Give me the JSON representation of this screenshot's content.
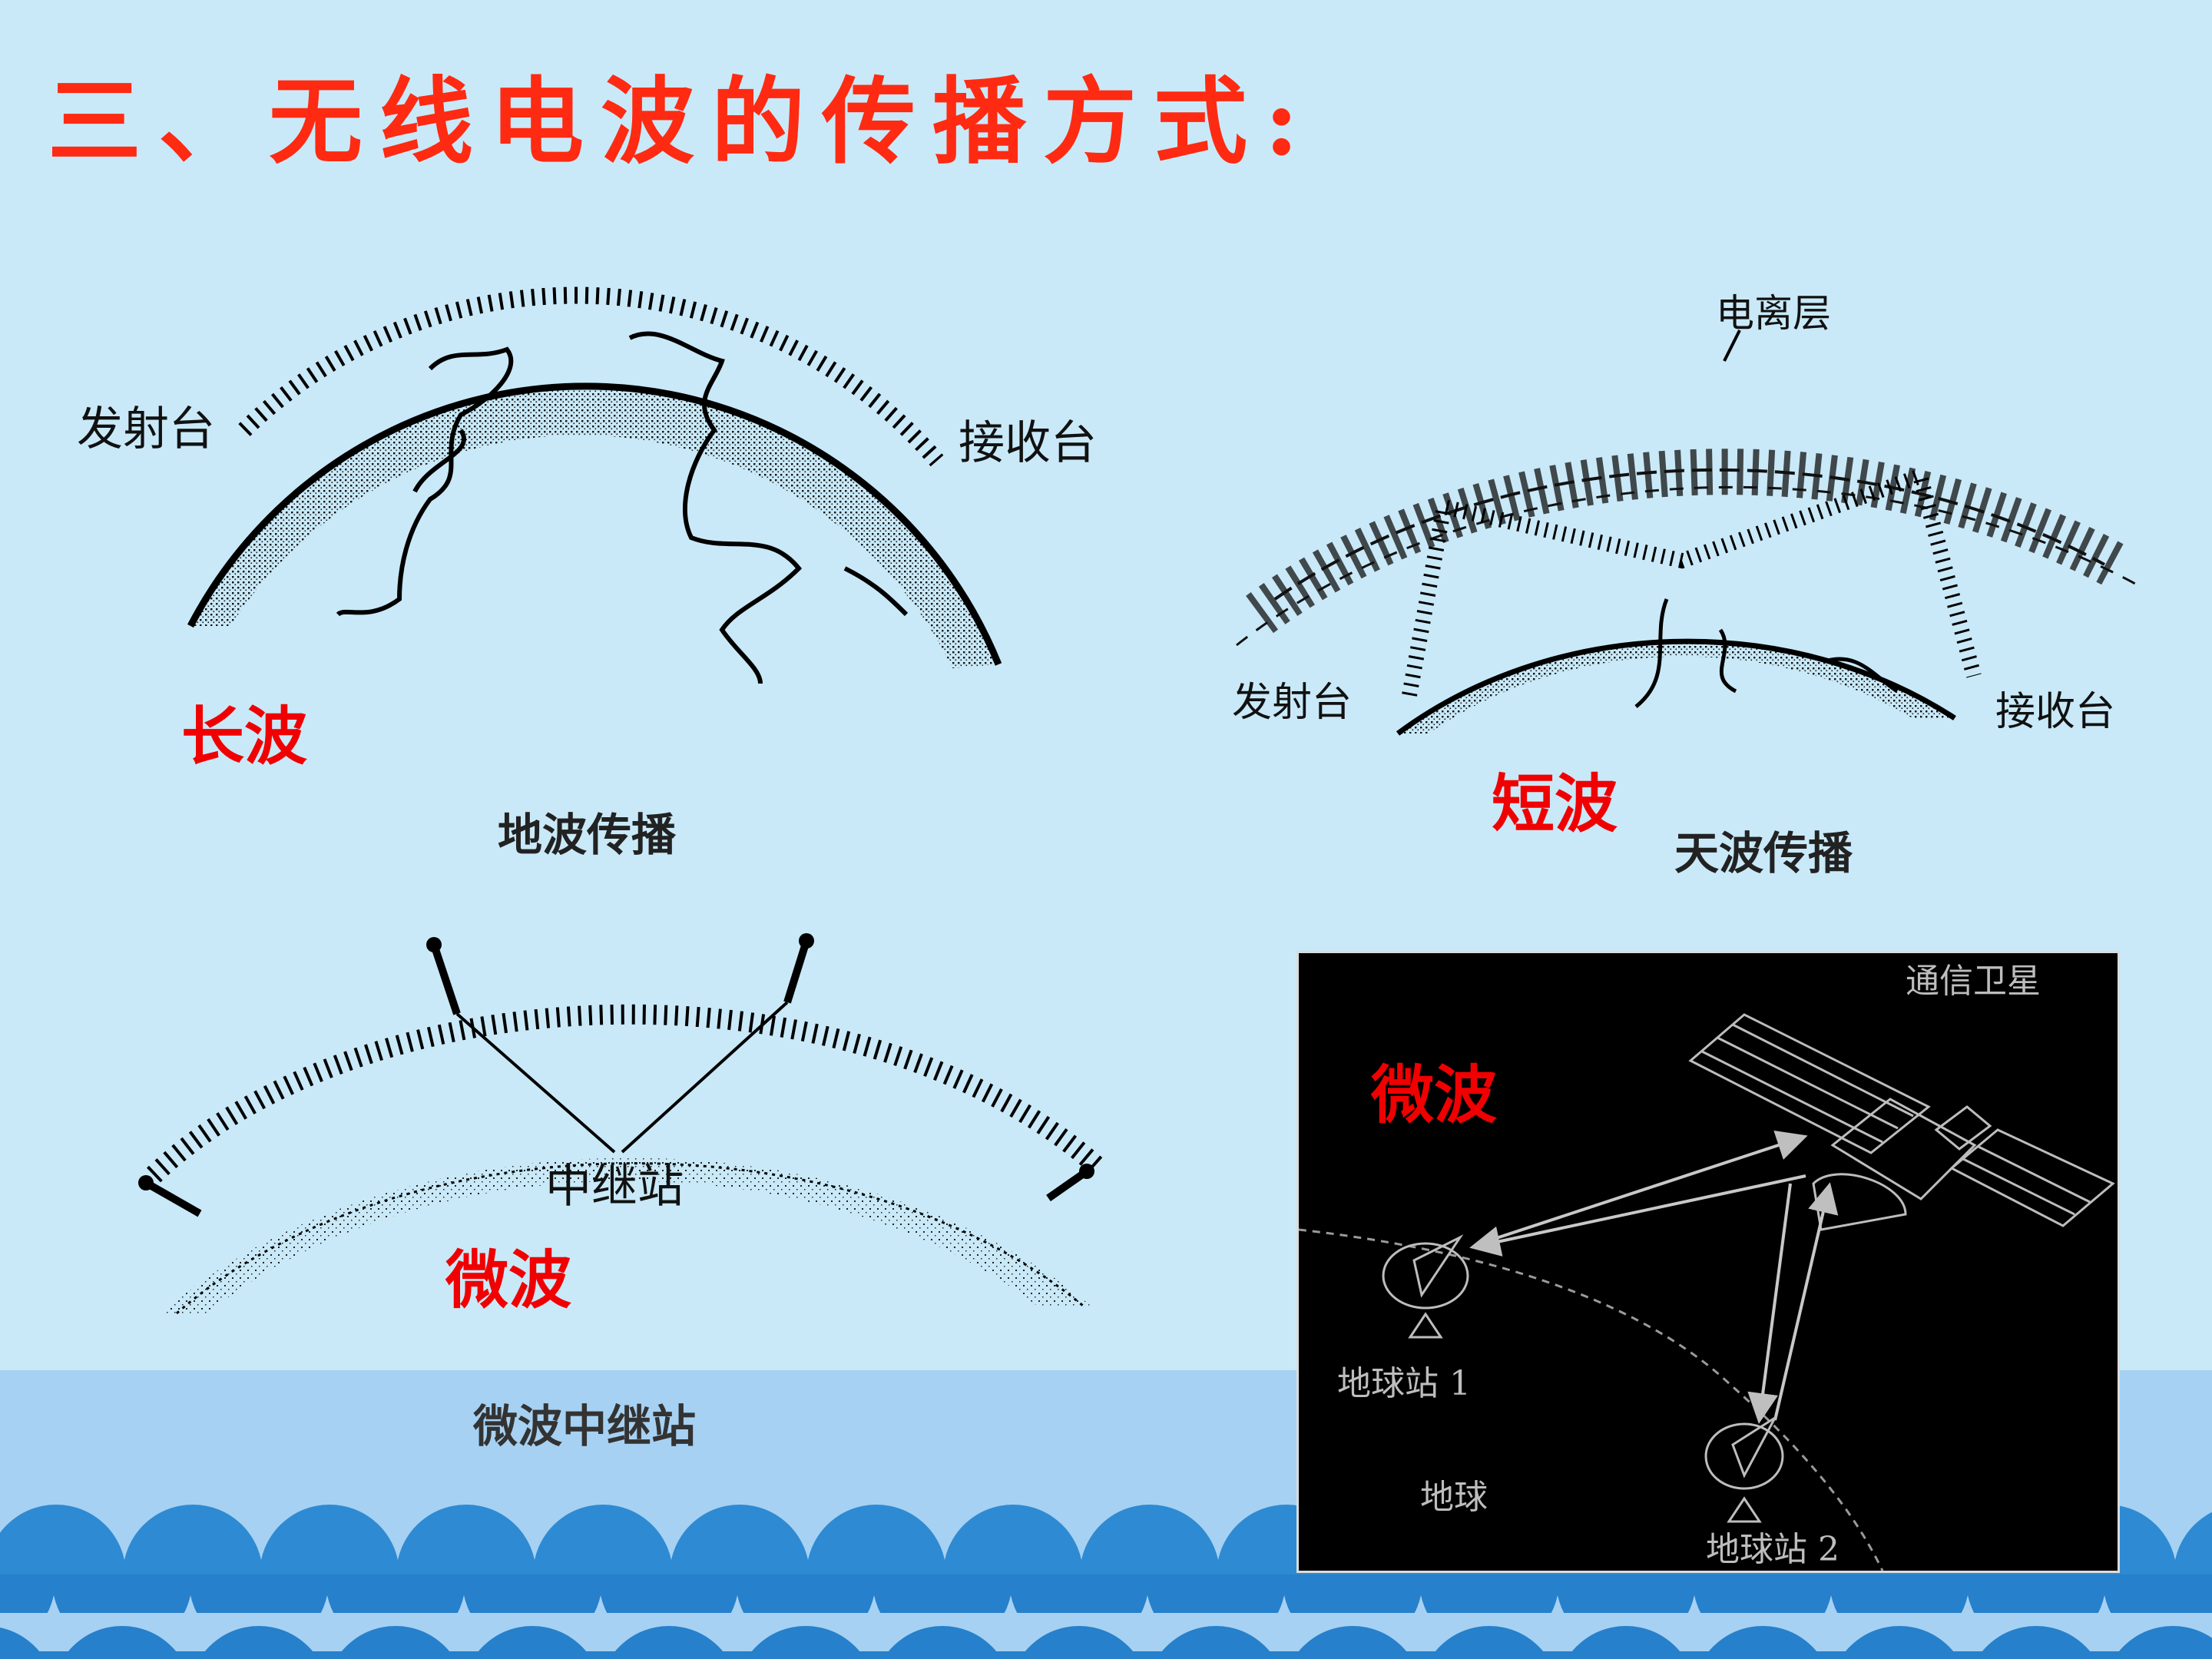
{
  "title": "三、无线电波的传播方式:",
  "ground_wave": {
    "wave_label": "长波",
    "caption": "地波传播",
    "transmitter": "发射台",
    "receiver": "接收台"
  },
  "sky_wave": {
    "wave_label": "短波",
    "caption": "天波传播",
    "layer_label": "电离层",
    "transmitter": "发射台",
    "receiver": "接收台"
  },
  "microwave_relay": {
    "wave_label": "微波",
    "caption": "微波中继站",
    "relay_label": "中继站"
  },
  "satellite": {
    "wave_label": "微波",
    "satellite_label": "通信卫星",
    "station1": "地球站 1",
    "station2": "地球站 2",
    "earth": "地球"
  },
  "colors": {
    "background": "#c9e9f8",
    "title": "#ff2a12",
    "wave_label": "#f00000",
    "ocean_band": "#a6d1f2",
    "scallop": "#2e8ad2"
  }
}
